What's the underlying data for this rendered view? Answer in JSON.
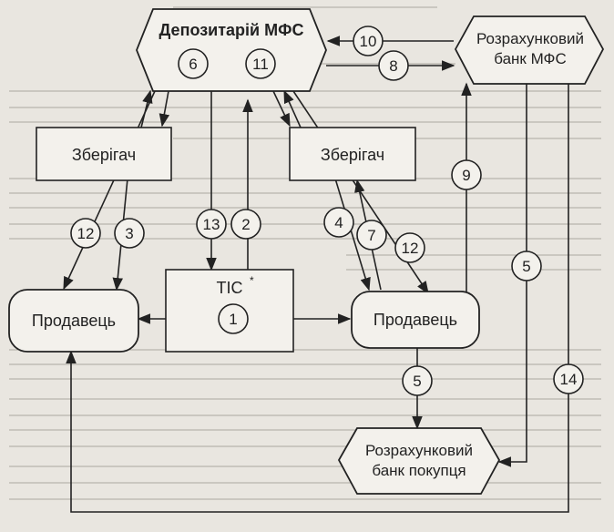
{
  "nodes": {
    "depository": "Депозитарій МФС",
    "settlement_bank_mfs": "Розрахунковий\nбанк МФС",
    "custodian_left": "Зберігач",
    "custodian_right": "Зберігач",
    "tis": "ТІС",
    "tis_mark": "*",
    "seller_left": "Продавець",
    "seller_right": "Продавець",
    "buyer_bank": "Розрахунковий\nбанк покупця"
  },
  "steps": {
    "s1": "1",
    "s2": "2",
    "s3": "3",
    "s4": "4",
    "s5a": "5",
    "s5b": "5",
    "s6": "6",
    "s7": "7",
    "s8": "8",
    "s9": "9",
    "s10": "10",
    "s11": "11",
    "s12a": "12",
    "s12b": "12",
    "s13": "13",
    "s14": "14"
  }
}
